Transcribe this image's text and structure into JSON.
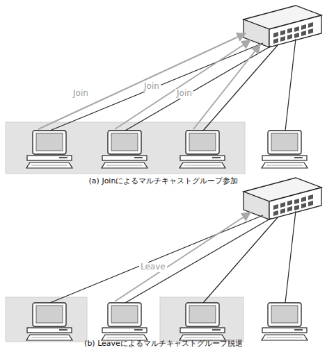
{
  "diagram": {
    "labels": [
      "Join",
      "Join",
      "Join",
      "(a) Joinによるマルチキャストグループ参加",
      "Leave",
      "(b) Leaveによるマルチキャストグループ脱退"
    ]
  }
}
